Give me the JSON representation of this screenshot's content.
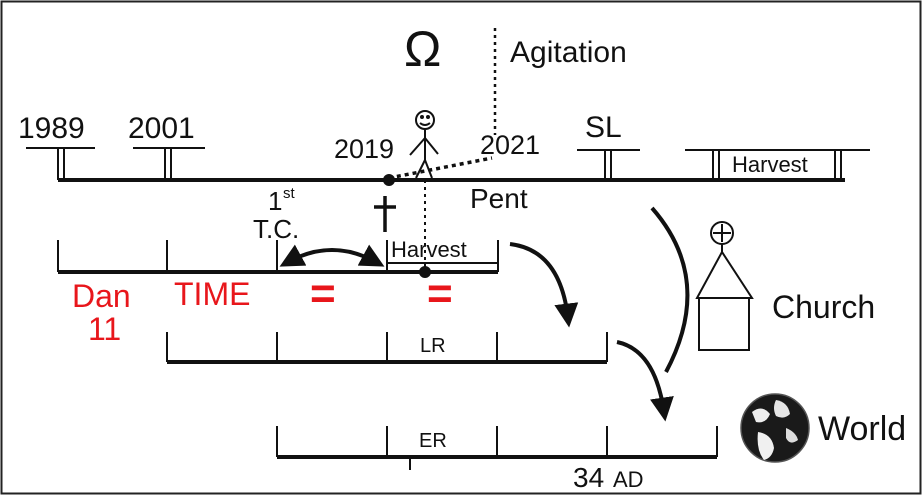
{
  "symbol": "Ω",
  "labels": {
    "agitation": "Agitation",
    "y1989": "1989",
    "y2001": "2001",
    "y2019": "2019",
    "y2021": "2021",
    "sl": "SL",
    "harvest_top": "Harvest",
    "harvest_mid": "Harvest",
    "first_num": "1",
    "first_sup": "st",
    "tc": "T.C.",
    "pent": "Pent",
    "dan": "Dan",
    "eleven": "11",
    "time": "TIME",
    "equals": "=",
    "lr": "LR",
    "er": "ER",
    "ad_num": "34",
    "ad": "AD",
    "church": "Church",
    "world": "World"
  },
  "colors": {
    "ink": "#111111",
    "accent_red": "#e8161b",
    "frame": "#222222"
  },
  "icons": [
    "omega-symbol",
    "stick-figure-icon",
    "cross-icon",
    "church-icon",
    "globe-icon",
    "curved-arrow-icon"
  ]
}
